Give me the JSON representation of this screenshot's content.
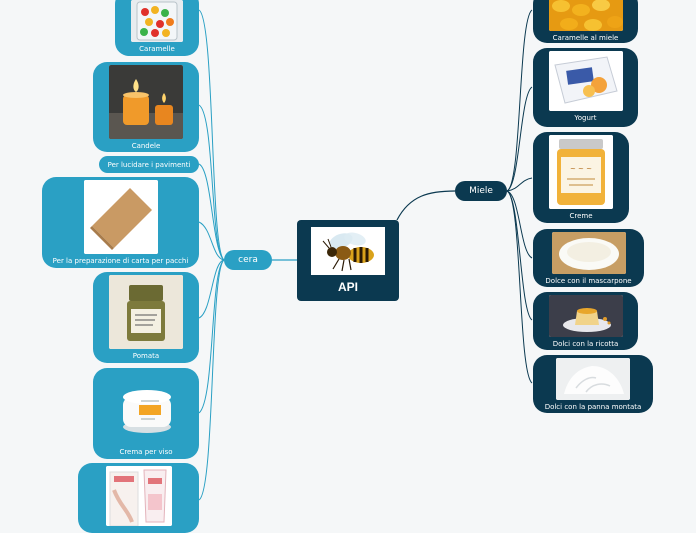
{
  "central": {
    "title": "API",
    "image_icon": "bee-icon"
  },
  "left_branch": {
    "label": "cera",
    "children": [
      {
        "label": "Caramelle",
        "image_icon": "candy-jar-icon"
      },
      {
        "label": "Candele",
        "image_icon": "candles-icon"
      },
      {
        "label": "Per lucidare i pavimenti"
      },
      {
        "label": "Per la preparazione di carta per pacchi",
        "image_icon": "wrapping-paper-icon"
      },
      {
        "label": "Pomata",
        "image_icon": "ointment-jar-icon"
      },
      {
        "label": "Crema per viso",
        "image_icon": "face-cream-icon"
      },
      {
        "label": "",
        "image_icon": "cream-tube-icon"
      }
    ]
  },
  "right_branch": {
    "label": "Miele",
    "children": [
      {
        "label": "Caramelle al miele",
        "image_icon": "honey-candies-icon"
      },
      {
        "label": "Yogurt",
        "image_icon": "yogurt-pack-icon"
      },
      {
        "label": "Creme",
        "image_icon": "honey-cream-jar-icon"
      },
      {
        "label": "Dolce con il mascarpone",
        "image_icon": "mascarpone-icon"
      },
      {
        "label": "Dolci con la ricotta",
        "image_icon": "ricotta-dessert-icon"
      },
      {
        "label": "Dolci con la panna montata",
        "image_icon": "whipped-cream-icon"
      }
    ]
  },
  "colors": {
    "node_teal": "#2aa0c4",
    "node_navy": "#0b3950",
    "link_teal": "#2aa0c4",
    "link_navy": "#0b3950"
  }
}
